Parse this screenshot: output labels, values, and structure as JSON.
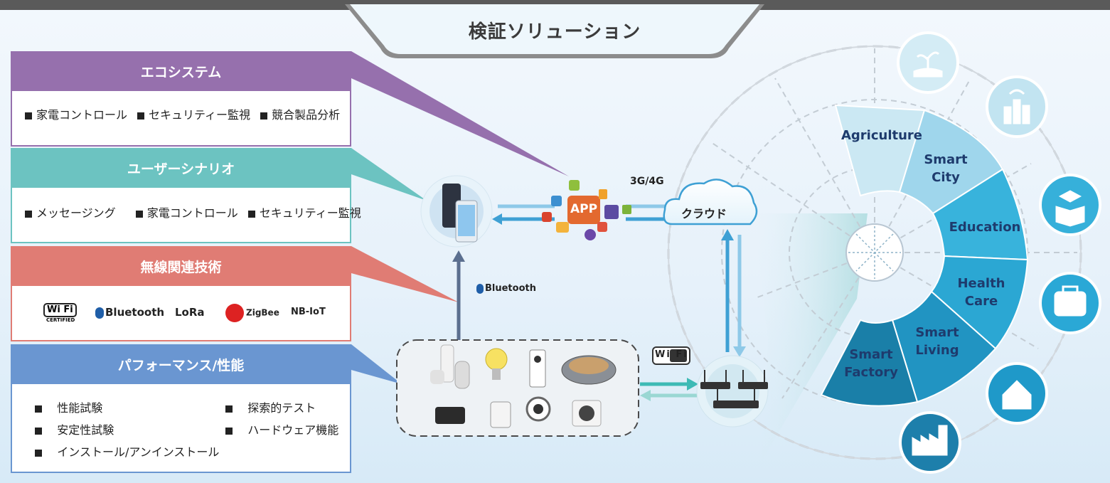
{
  "title": "検証ソリューション",
  "panels": {
    "ecosystem": {
      "title": "エコシステム",
      "items": [
        "家電コントロール",
        "セキュリティー監視",
        "競合製品分析"
      ]
    },
    "scenario": {
      "title": "ユーザーシナリオ",
      "items": [
        "メッセージング",
        "家電コントロール",
        "セキュリティー監視"
      ]
    },
    "wireless": {
      "title": "無線関連技術",
      "logos": [
        "Wi Fi",
        "CERTIFIED",
        "Bluetooth",
        "LoRa",
        "ZigBee",
        "NB-IoT"
      ]
    },
    "performance": {
      "title": "パフォーマンス/性能",
      "items": [
        "性能試験",
        "探索的テスト",
        "安定性試験",
        "ハードウェア機能",
        "インストール/アンインストール"
      ]
    }
  },
  "center": {
    "app_label": "APP",
    "network_label": "3G/4G",
    "cloud_label": "クラウド",
    "bluetooth_label": "Bluetooth",
    "wifi_label": "Wi Fi"
  },
  "segments": {
    "agriculture": "Agriculture",
    "smart_city": [
      "Smart",
      "City"
    ],
    "education": "Education",
    "health_care": [
      "Health",
      "Care"
    ],
    "smart_living": [
      "Smart",
      "Living"
    ],
    "smart_factory": [
      "Smart",
      "Factory"
    ]
  },
  "colors": {
    "ecosystem": "#9670ad",
    "scenario": "#6cc3c1",
    "wireless": "#e07c74",
    "performance": "#6a96d1",
    "segment_light": "#bfe3f1",
    "segment_mid": "#2ba7d3",
    "segment_dark": "#1a7fa8",
    "icon_circle": "#2aa8d6"
  }
}
